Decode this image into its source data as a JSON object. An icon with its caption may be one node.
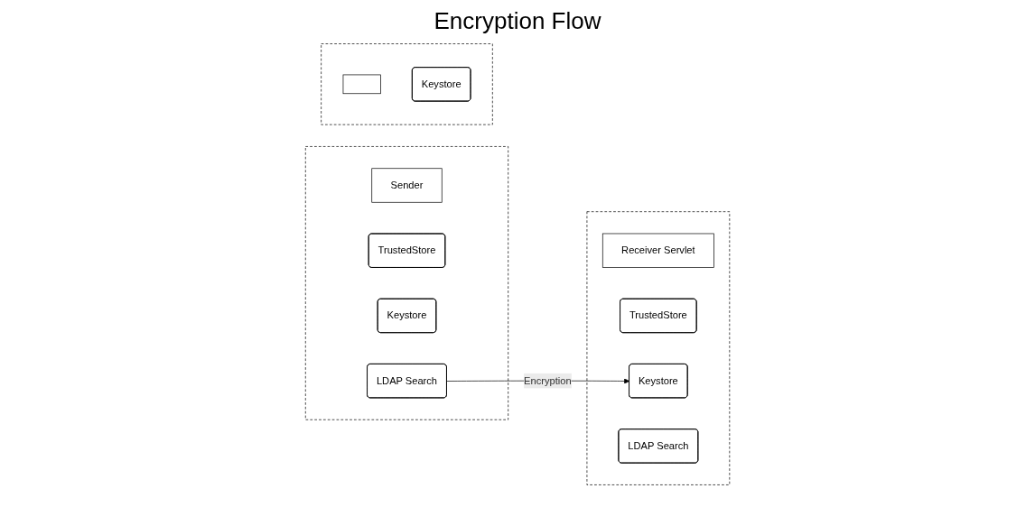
{
  "diagram": {
    "title": "Encryption Flow",
    "nodes": [
      {
        "text": [],
        "shape": "box"
      },
      {
        "text": [
          "Sender"
        ],
        "in": 0
      },
      {
        "text": [
          "TrustedStore"
        ],
        "in": 0
      },
      {
        "text": [
          "Keystore"
        ],
        "in": 0
      },
      {
        "text": [
          "LDAP Search"
        ],
        "in": 0
      },
      {
        "text": [],
        "shape": "box"
      },
      {
        "text": [],
        "shape": "box",
        "in": 5
      },
      {
        "text": [
          "Keystore"
        ],
        "in": 5
      },
      {
        "text": [],
        "shape": "box"
      },
      {
        "text": [
          "Receiver Servlet"
        ],
        "in": 8
      },
      {
        "text": [
          "TrustedStore"
        ],
        "in": 8
      },
      {
        "text": [
          "Keystore"
        ],
        "in": 8
      },
      {
        "text": [
          "LDAP Search"
        ],
        "in": 8
      }
    ],
    "edges": [
      {
        "from": 4,
        "to": 11,
        "arrow": "to",
        "label": "Encryption"
      }
    ]
  }
}
